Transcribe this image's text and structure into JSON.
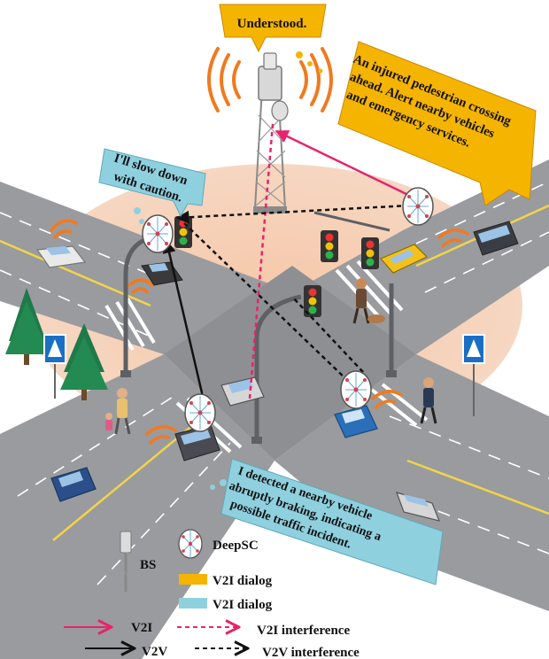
{
  "bubbles": {
    "bs_reply": "Understood.",
    "alert_lines": [
      "An injured pedestrian crossing",
      "ahead. Alert nearby vehicles",
      "and emergency services."
    ],
    "slow_lines": [
      "I'll slow down",
      "with caution."
    ],
    "detect_lines": [
      "I detected a nearby vehicle",
      "abruptly braking, indicating a",
      "possible traffic incident."
    ]
  },
  "legend": {
    "bs": "BS",
    "deepsc": "DeepSC",
    "v2i_dialog_orange": "V2I dialog",
    "v2i_dialog_blue": "V2I dialog",
    "v2i": "V2I",
    "v2v": "V2V",
    "v2i_interference": "V2I interference",
    "v2v_interference": "V2V interference"
  },
  "colors": {
    "v2i": "#e8236c",
    "v2v": "#111111",
    "dialog_orange": "#f5b400",
    "dialog_blue": "#8fd0df",
    "wireless": "#f07a20",
    "deepsc": "#d4434a"
  }
}
